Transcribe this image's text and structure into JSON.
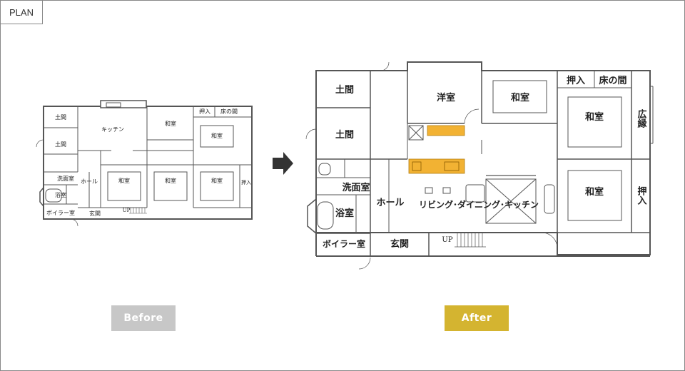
{
  "header": {
    "plan_label": "PLAN"
  },
  "buttons": {
    "before": "Before",
    "after": "After"
  },
  "colors": {
    "before_button": "#c7c7c7",
    "after_button": "#d4b430",
    "kitchen_counter": "#f2b233",
    "arrow": "#333333"
  },
  "before_plan": {
    "rooms": {
      "doma1": "土間",
      "doma2": "土間",
      "kitchen": "キッチン",
      "washroom": "洗面室",
      "bath": "浴室",
      "boiler": "ボイラー室",
      "hall": "ホール",
      "entrance": "玄関",
      "washitsu1": "和室",
      "washitsu2": "和室",
      "washitsu3": "和室",
      "washitsu4": "和室",
      "washitsu5": "和室",
      "oshiire_top": "押入",
      "tokonoma": "床の間",
      "oshiire_side": "押入",
      "up": "UP"
    }
  },
  "after_plan": {
    "rooms": {
      "doma1": "土間",
      "doma2": "土間",
      "western": "洋室",
      "washitsu1": "和室",
      "oshiire_top": "押入",
      "tokonoma": "床の間",
      "washitsu2": "和室",
      "hiroen": "広縁",
      "washitsu3": "和室",
      "oshiire_side": "押入",
      "washroom": "洗面室",
      "bath": "浴室",
      "hall": "ホール",
      "ldk": "リビング･ダイニング･キッチン",
      "up": "UP",
      "boiler": "ボイラー室",
      "entrance": "玄関"
    }
  }
}
